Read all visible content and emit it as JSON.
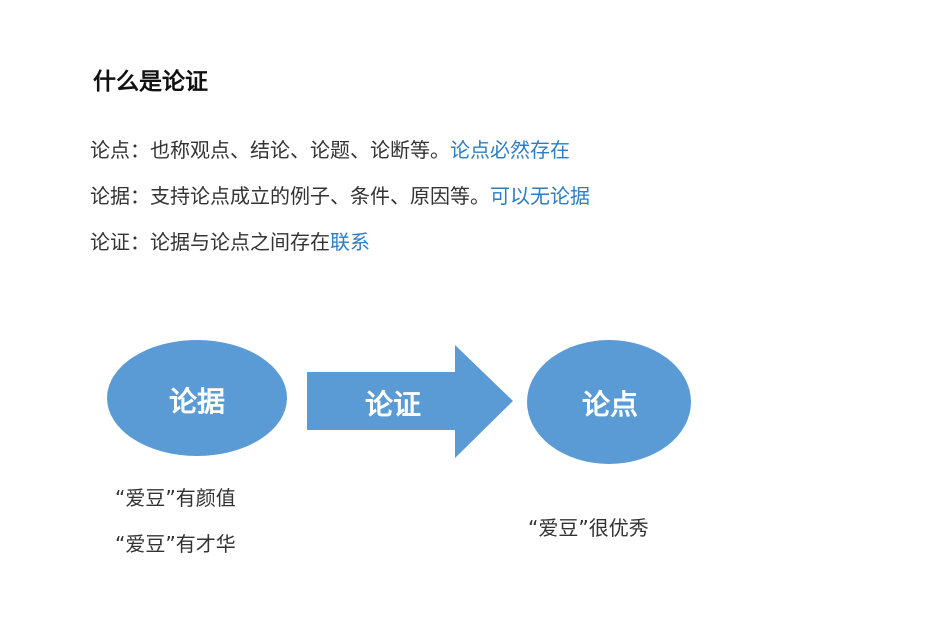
{
  "title": "什么是论证",
  "lines": [
    {
      "label": "论点：",
      "text": "也称观点、结论、论题、论断等。",
      "highlight": "论点必然存在"
    },
    {
      "label": "论据：",
      "text": "支持论点成立的例子、条件、原因等。",
      "highlight": "可以无论据"
    },
    {
      "label": "论证：",
      "text": "论据与论点之间存在",
      "highlight": "联系"
    }
  ],
  "diagram": {
    "left_ellipse": "论据",
    "arrow": "论证",
    "right_ellipse": "论点",
    "left_captions": [
      "“爱豆”有颜值",
      "“爱豆”有才华"
    ],
    "right_caption": "“爱豆”很优秀"
  },
  "colors": {
    "shape": "#5b9bd5",
    "highlight": "#2e7dc4"
  }
}
